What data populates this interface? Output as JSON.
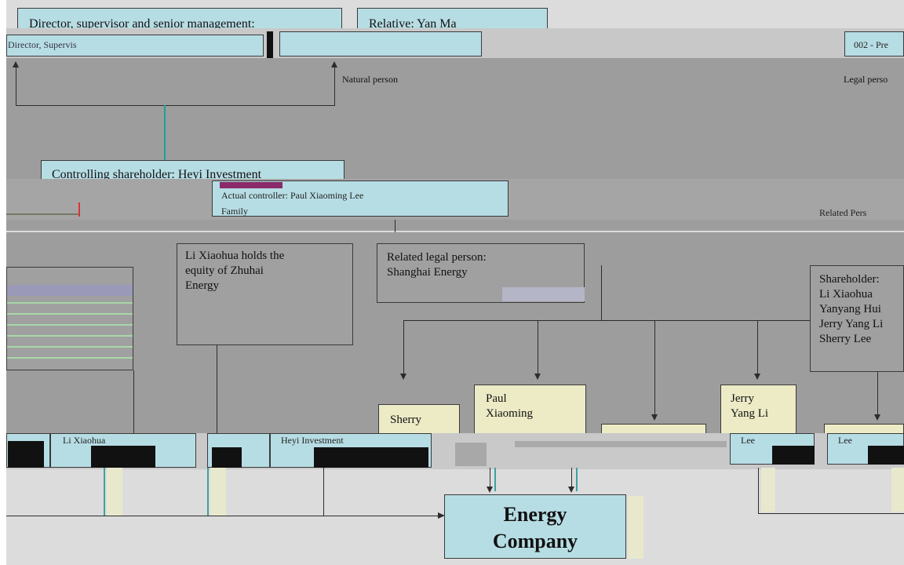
{
  "top": {
    "director_box": "Director, supervisor and senior management:",
    "relative_box": "Relative: Yan Ma",
    "natural_person_label": "Natural person",
    "legal_person_label": "Legal perso"
  },
  "middle": {
    "controlling_shareholder": "Controlling shareholder: Heyi Investment",
    "li_xiaohua_equity": "Li Xiaohua holds the\nequity of Zhuhai\nEnergy",
    "related_legal_person": "Related legal person:\nShanghai  Energy",
    "shareholder_list": "Shareholder:\nLi   Xiaohua\nYanyang  Hui\nJerry Yang Li\nSherry Lee"
  },
  "bottom": {
    "sherry": "Sherry",
    "paul": "Paul\nXiaoming",
    "jerry": "Jerry\nYang  Li",
    "energy_company": "Energy\nCompany"
  },
  "glitch_text": {
    "g1": "Director, Supervis",
    "g2": "Actual controller: Paul Xiaoming Lee",
    "g3": "Family",
    "g4": "Related Pers",
    "g5": "Li Xiaohua",
    "g6": "Heyi Investment",
    "g7": "Lee",
    "g8": "Lee",
    "g9": "002 - Pre"
  },
  "colors": {
    "background": "#dcdcdc",
    "cyan_box": "#b7dde4",
    "khaki_box": "#ecebc6",
    "teal_line": "#16a596"
  }
}
